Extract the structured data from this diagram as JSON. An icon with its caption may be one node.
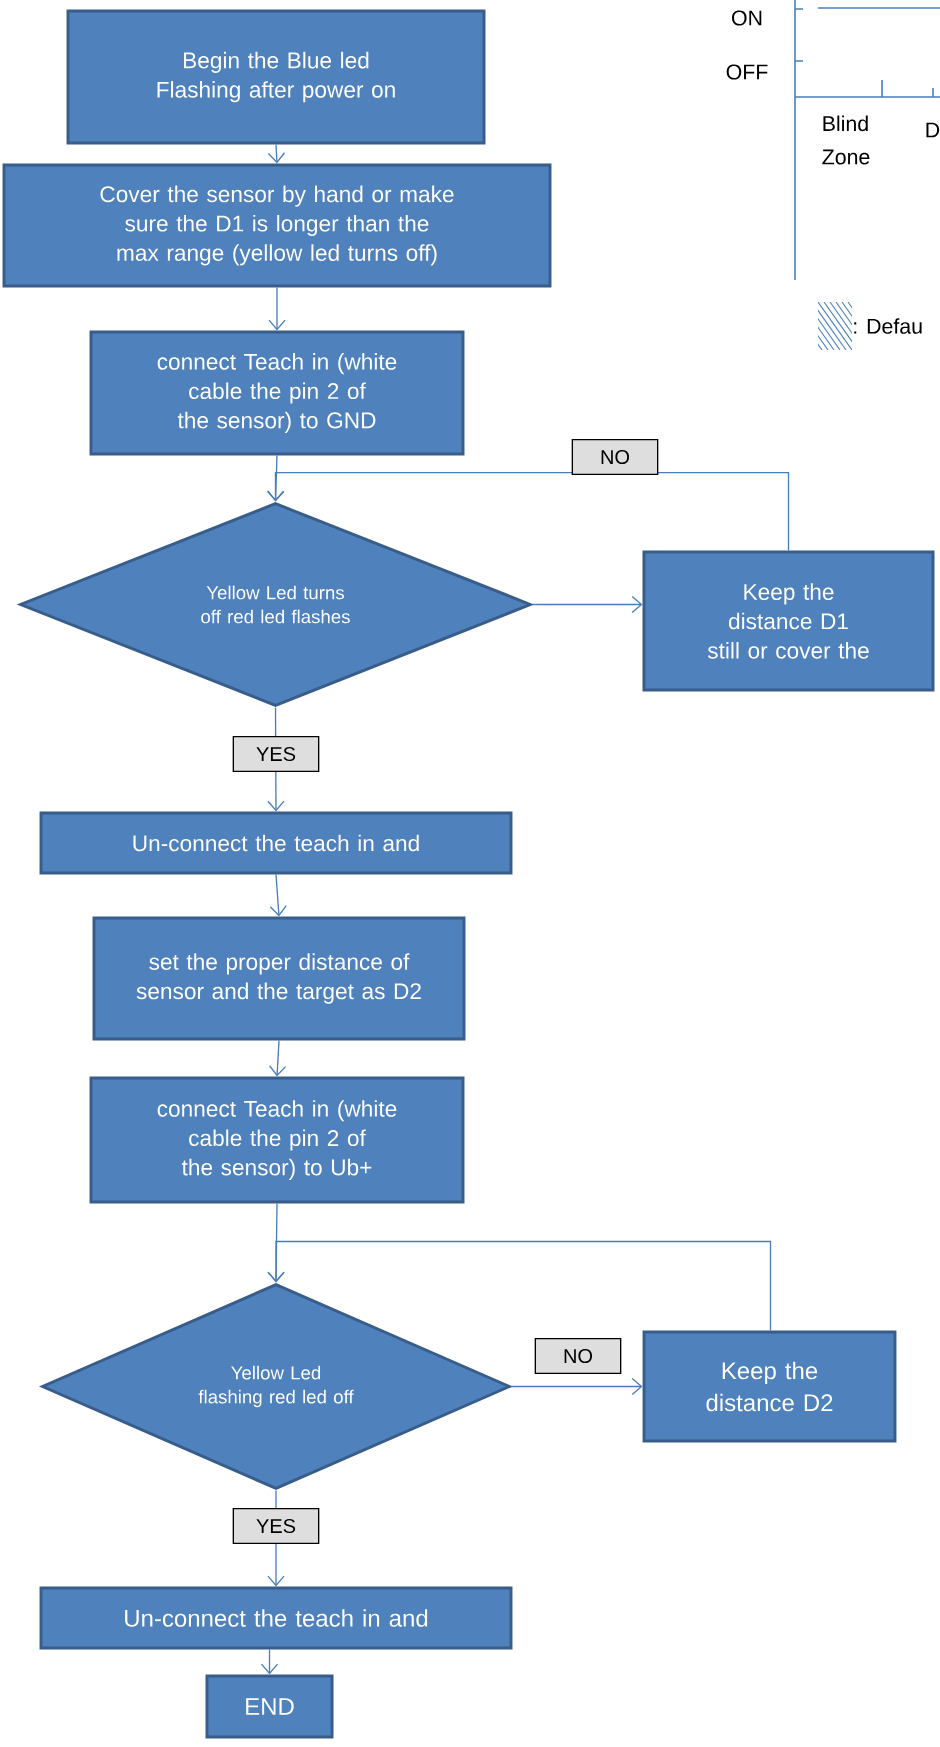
{
  "diagram": {
    "nodes": [
      {
        "text": [
          "Begin the Blue led Flashing after power on"
        ]
      },
      {
        "text": [
          "Cover the sensor by hand or make sure the D1 is longer than the max range (yellow led turns off)"
        ]
      },
      {
        "text": [
          "connect Teach in (white cable the pin 2 of the sensor) to GND"
        ]
      },
      {
        "text": [
          "Yellow Led turns off red led flashes"
        ]
      },
      {
        "text": [
          "Keep the distance D1 still or cover the"
        ]
      },
      {
        "text": [
          "Un-connect the teach in and"
        ]
      },
      {
        "text": [
          "set the proper distance of sensor and the target as D2"
        ]
      },
      {
        "text": [
          "connect Teach in (white cable the pin 2 of the sensor) to Ub+"
        ]
      },
      {
        "text": [
          "Yellow Led flashing red led off"
        ]
      },
      {
        "text": [
          "Keep the distance D2"
        ]
      },
      {
        "text": [
          "Un-connect the teach in and"
        ]
      },
      {
        "text": [
          "END"
        ]
      }
    ],
    "edges": [
      {
        "from": 0,
        "to": 1,
        "arrow": "to"
      },
      {
        "from": 1,
        "to": 2,
        "arrow": "to"
      },
      {
        "from": 2,
        "to": 3,
        "arrow": "to"
      },
      {
        "from": 4,
        "to": 3,
        "arrow": "to",
        "label": "NO"
      },
      {
        "from": 3,
        "to": 4,
        "arrow": "to"
      },
      {
        "from": 3,
        "to": 5,
        "arrow": "to",
        "label": "YES"
      },
      {
        "from": 5,
        "to": 6,
        "arrow": "to"
      },
      {
        "from": 6,
        "to": 7,
        "arrow": "to"
      },
      {
        "from": 7,
        "to": 8,
        "arrow": "to"
      },
      {
        "from": 8,
        "to": 9,
        "arrow": "to",
        "label": "NO"
      },
      {
        "from": 9,
        "to": 8,
        "arrow": "to"
      },
      {
        "from": 8,
        "to": 10,
        "arrow": "to",
        "label": "YES"
      },
      {
        "from": 10,
        "to": 11,
        "arrow": "to"
      }
    ],
    "labels": [
      "ON",
      "OFF",
      "Blind Zone",
      "D"
    ],
    "legend": [
      {
        "text": ": Defau"
      }
    ]
  }
}
